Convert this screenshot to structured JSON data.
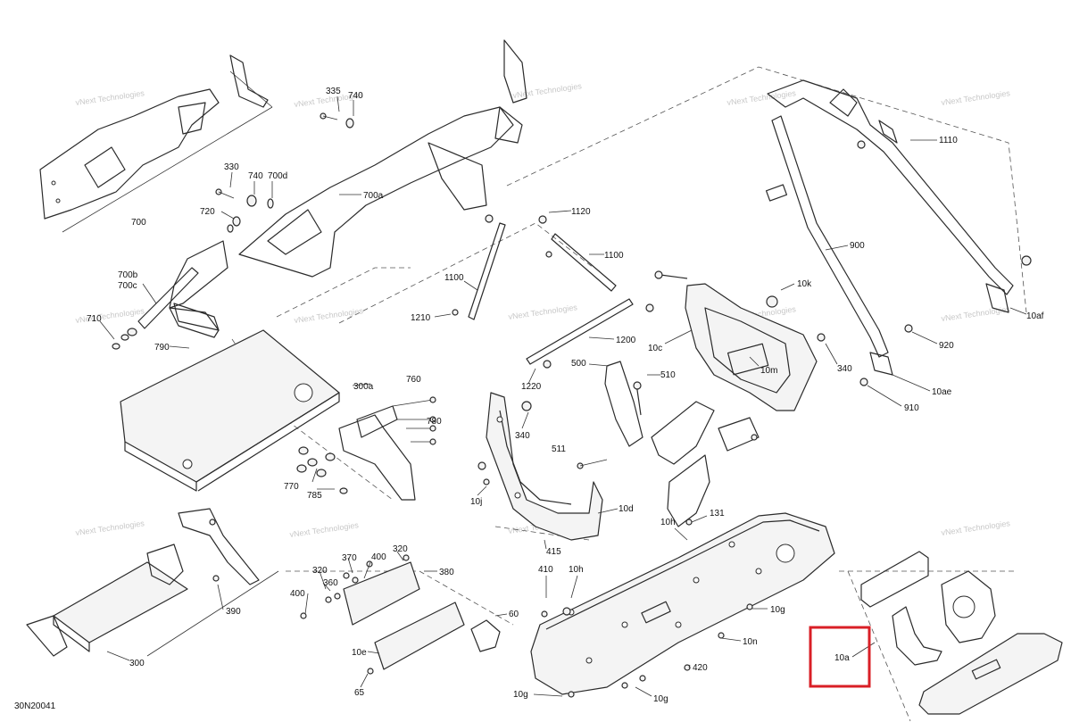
{
  "drawing": {
    "code": "30N20041",
    "watermark_line1": "vNext Technologies",
    "watermark_line2": "vNext\nTechnologies",
    "highlight_color": "#d91f26"
  },
  "callouts": {
    "c335": "335",
    "c740a": "740",
    "c700": "700",
    "c330": "330",
    "c740b": "740",
    "c700d": "700d",
    "c720": "720",
    "c700a": "700a",
    "c700b": "700b",
    "c700c": "700c",
    "c710": "710",
    "c790": "790",
    "c760": "760",
    "c300a": "300a",
    "c780": "780",
    "c770": "770",
    "c785": "785",
    "c1120": "1120",
    "c1100a": "1100",
    "c1100b": "1100",
    "c1210": "1210",
    "c1200": "1200",
    "c1220": "1220",
    "c340a": "340",
    "c500": "500",
    "c510": "510",
    "c511": "511",
    "c10j": "10j",
    "c10d": "10d",
    "c415": "415",
    "c10k": "10k",
    "c10c": "10c",
    "c10m": "10m",
    "c340b": "340",
    "c1110": "1110",
    "c900": "900",
    "c10af": "10af",
    "c920": "920",
    "c10ae": "10ae",
    "c910": "910",
    "c10h": "10h",
    "c131": "131",
    "c410": "410",
    "c10h2": "10h",
    "c10g": "10g",
    "c10n": "10n",
    "c420": "420",
    "c10g2": "10g",
    "c10g3": "10g",
    "c10a": "10a",
    "c320a": "320",
    "c400a": "400",
    "c370": "370",
    "c320b": "320",
    "c360": "360",
    "c380": "380",
    "c400b": "400",
    "c60": "60",
    "c10e": "10e",
    "c65": "65",
    "c390": "390",
    "c300": "300"
  }
}
